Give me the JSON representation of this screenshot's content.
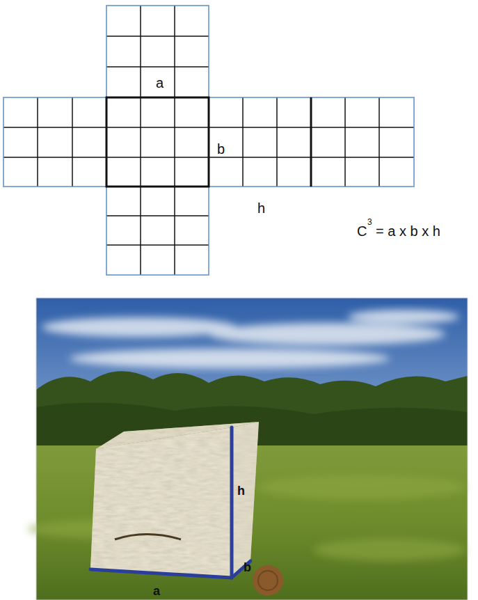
{
  "diagram": {
    "labels": [
      "a",
      "b",
      "h",
      "C",
      "3",
      "= a x b x h",
      "h",
      "b",
      "a"
    ]
  }
}
